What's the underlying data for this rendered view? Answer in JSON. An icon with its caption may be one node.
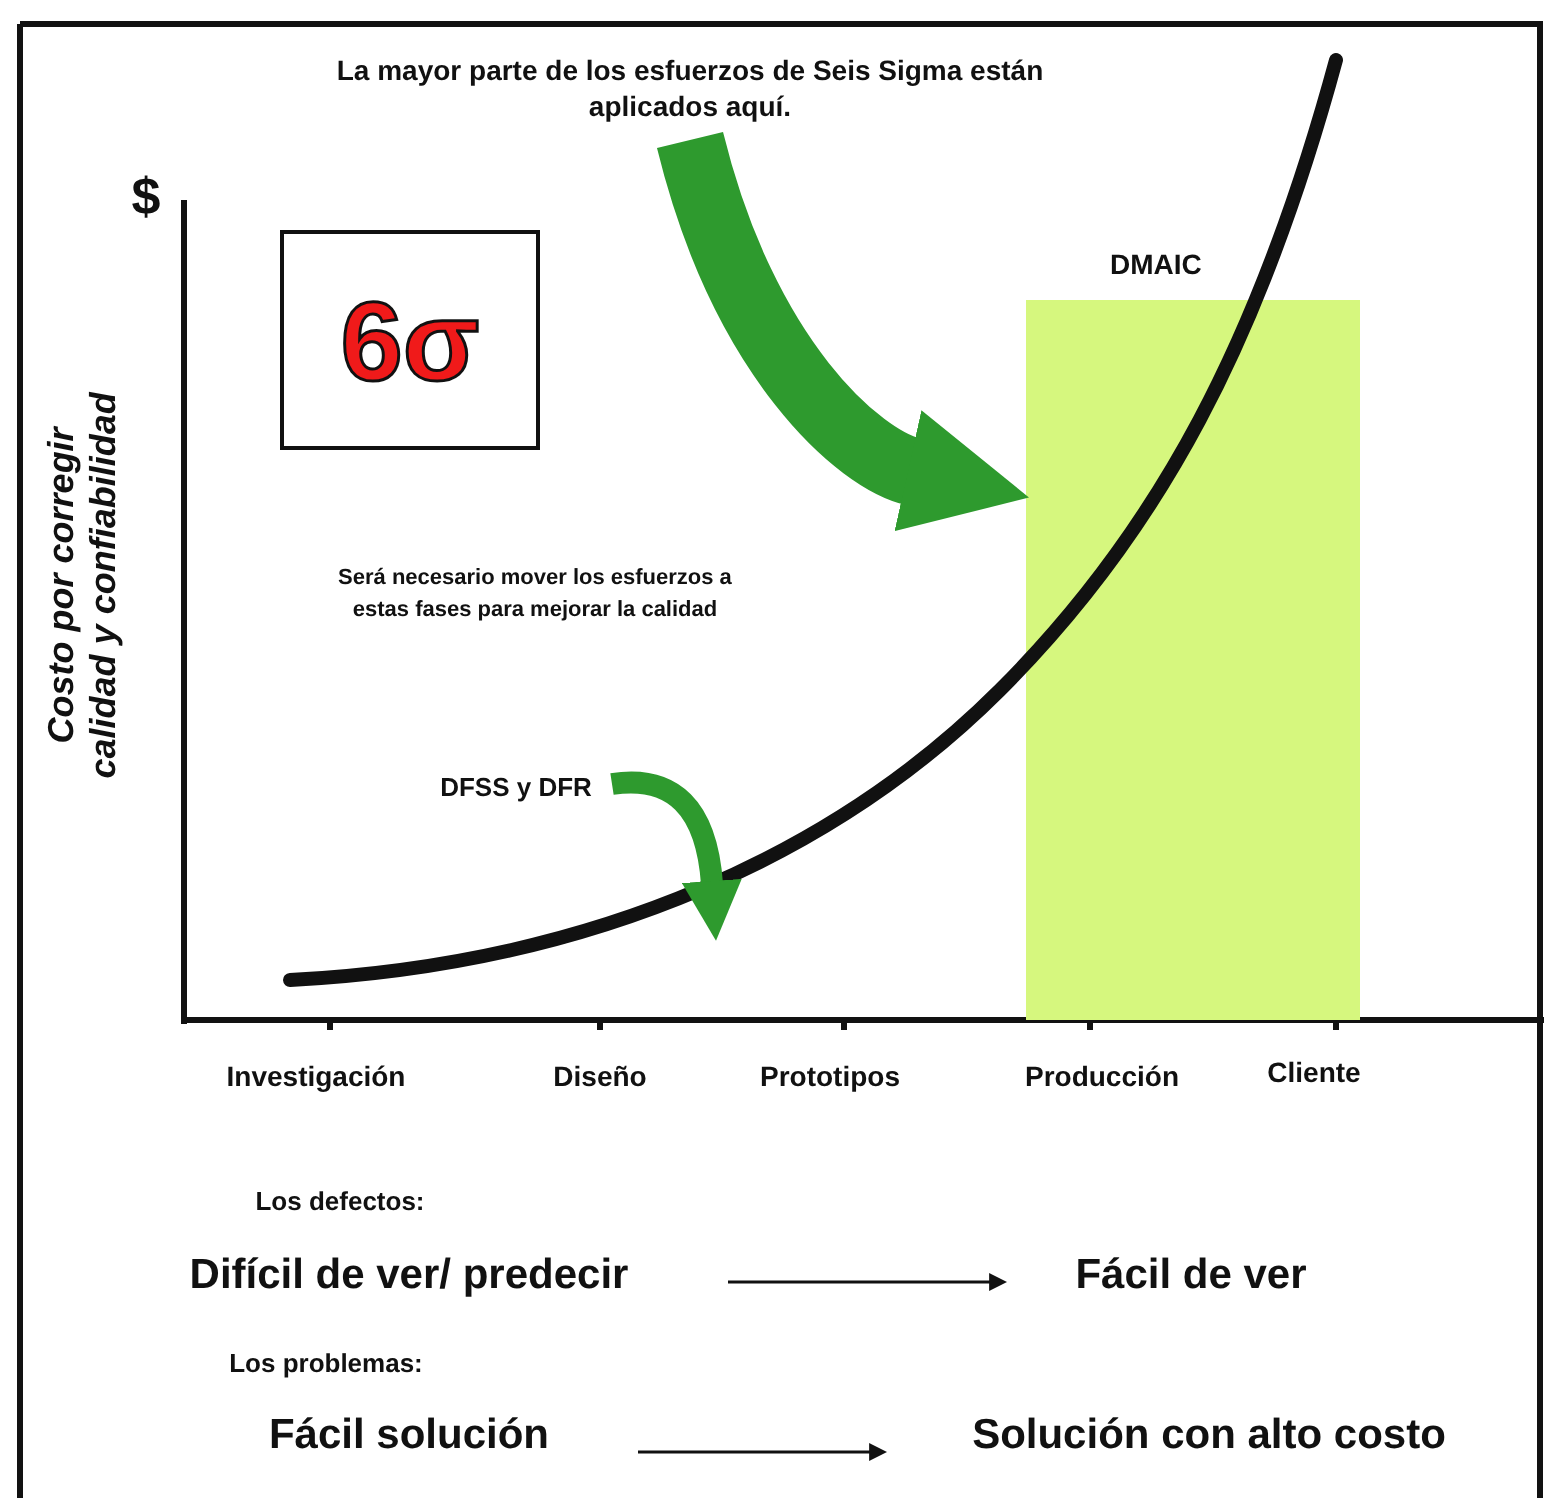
{
  "diagram": {
    "nodes": [
      {
        "text": [
          "La mayor parte de los esfuerzos de Seis Sigma están aplicados aquí."
        ]
      },
      {
        "text": [
          "6σ"
        ]
      },
      {
        "text": [
          "DMAIC"
        ]
      },
      {
        "text": [
          "DFSS y DFR"
        ]
      },
      {
        "text": [
          "Difícil de ver/ predecir"
        ]
      },
      {
        "text": [
          "Fácil de ver"
        ]
      },
      {
        "text": [
          "Fácil solución"
        ]
      },
      {
        "text": [
          "Solución con alto costo"
        ]
      }
    ],
    "edges": [
      {
        "from": 0,
        "to": 2,
        "arrow": "to",
        "style": "thick",
        "color": "#2e9a2e"
      },
      {
        "from": 3,
        "to": null,
        "arrow": "to",
        "style": "thick",
        "color": "#2e9a2e"
      },
      {
        "from": 4,
        "to": 5,
        "arrow": "to",
        "color": "#111111"
      },
      {
        "from": 6,
        "to": 7,
        "arrow": "to",
        "color": "#111111"
      }
    ],
    "labels": [
      "$",
      "Costo por corregir calidad y confiabilidad",
      "Será necesario mover los esfuerzos a estas fases para mejorar la calidad",
      "Investigación",
      "Diseño",
      "Prototipos",
      "Producción",
      "Cliente",
      "Los defectos:",
      "Los problemas:"
    ]
  }
}
